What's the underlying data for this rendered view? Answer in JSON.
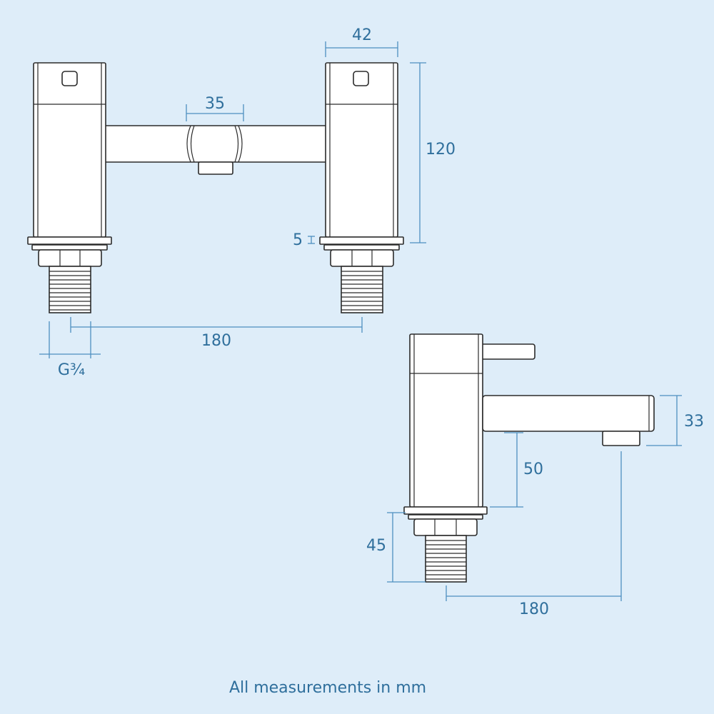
{
  "dimensions": {
    "handle_width": "42",
    "spout_width": "35",
    "body_height": "120",
    "plate_thickness": "5",
    "centre_distance_front": "180",
    "thread_size": "G¾",
    "spout_height": "33",
    "spout_clearance": "50",
    "tail_length": "45",
    "spout_reach": "180"
  },
  "footer": {
    "note": "All measurements in mm"
  },
  "colors": {
    "background": "#deedf9",
    "outline": "#2b2b2b",
    "dimension_line": "#4d8fc0",
    "dimension_text": "#2f6f9c"
  }
}
